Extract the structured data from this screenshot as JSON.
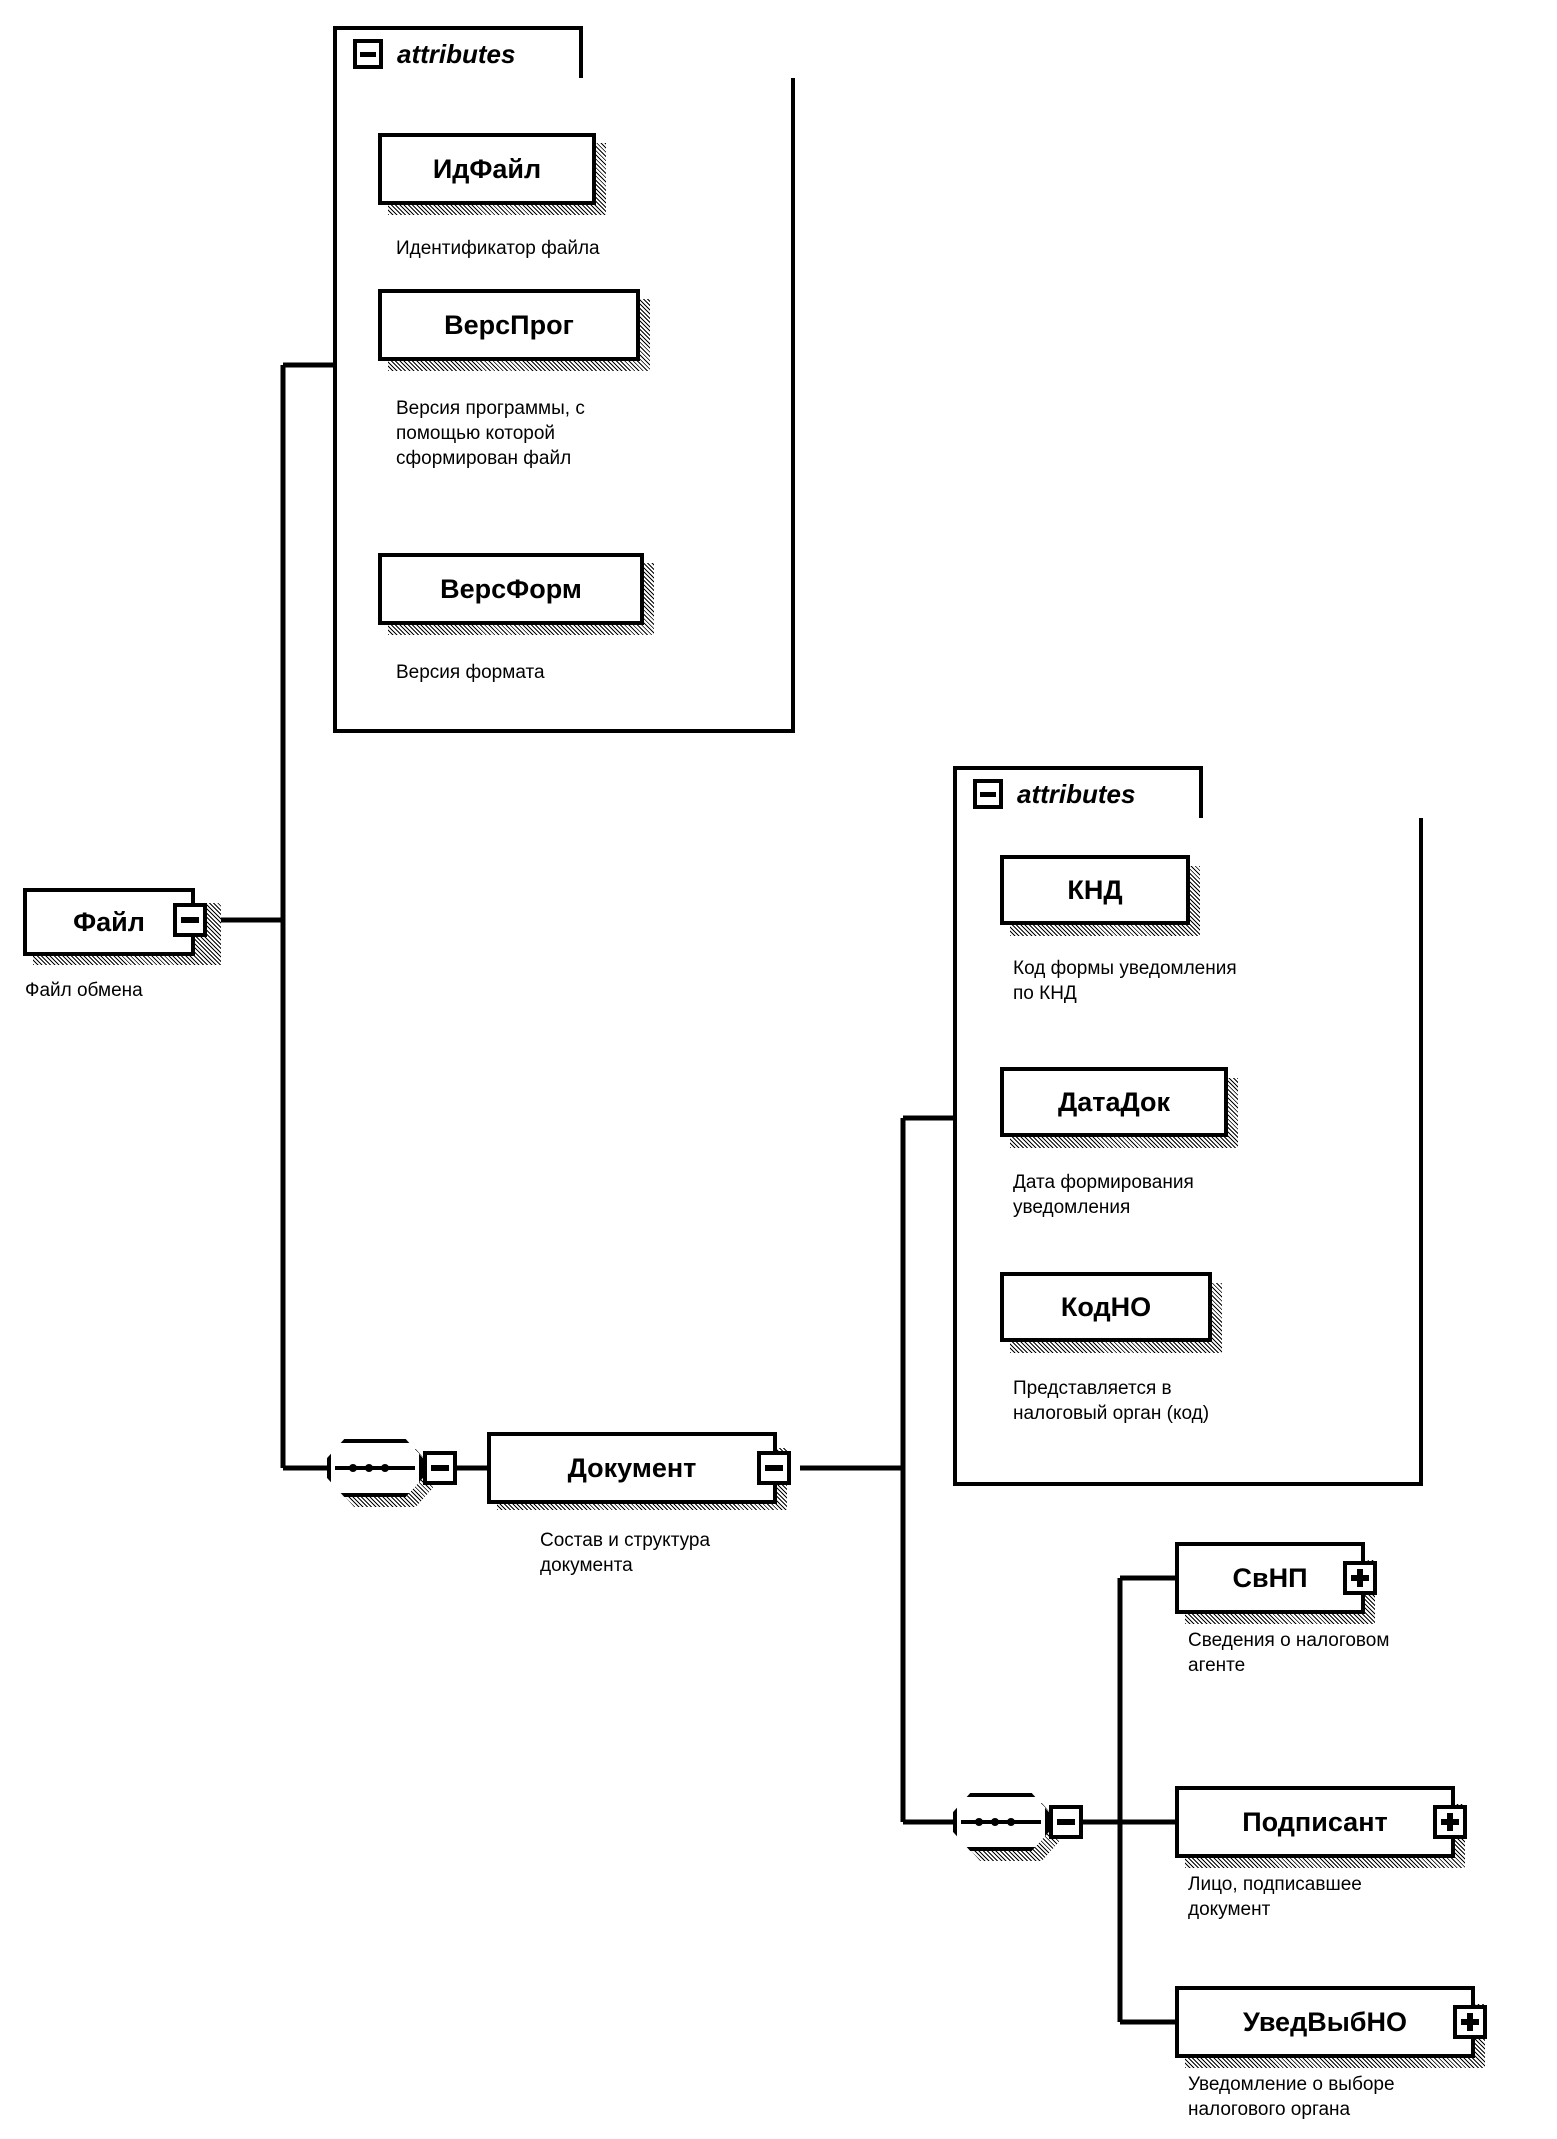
{
  "diagram": {
    "type": "xml-schema-tree",
    "title": "",
    "root": {
      "name": "Файл",
      "description": "Файл обмена",
      "expander": "minus"
    },
    "attr_group_label": "attributes",
    "file_attributes": [
      {
        "name": "ИдФайл",
        "description": "Идентификатор файла"
      },
      {
        "name": "ВерсПрог",
        "description": "Версия программы, с\nпомощью которой\nсформирован файл"
      },
      {
        "name": "ВерсФорм",
        "description": "Версия формата"
      }
    ],
    "document": {
      "name": "Документ",
      "description": "Состав и структура\nдокумента",
      "expander": "minus"
    },
    "document_attributes": [
      {
        "name": "КНД",
        "description": "Код формы уведомления\nпо КНД"
      },
      {
        "name": "ДатаДок",
        "description": "Дата формирования\nуведомления"
      },
      {
        "name": "КодНО",
        "description": "Представляется в\nналоговый орган (код)"
      }
    ],
    "document_children": [
      {
        "name": "СвНП",
        "description": "Сведения о налоговом\nагенте",
        "expander": "plus"
      },
      {
        "name": "Подписант",
        "description": "Лицо, подписавшее\nдокумент",
        "expander": "plus"
      },
      {
        "name": "УведВыбНО",
        "description": "Уведомление о выборе\nналогового органа",
        "expander": "plus"
      }
    ],
    "sequence_connectors": [
      {
        "id": "seq-file",
        "symbol": "sequence"
      },
      {
        "id": "seq-document",
        "symbol": "sequence"
      }
    ],
    "colors": {
      "line": "#000000",
      "background": "#ffffff",
      "shadow": "#808080"
    }
  }
}
